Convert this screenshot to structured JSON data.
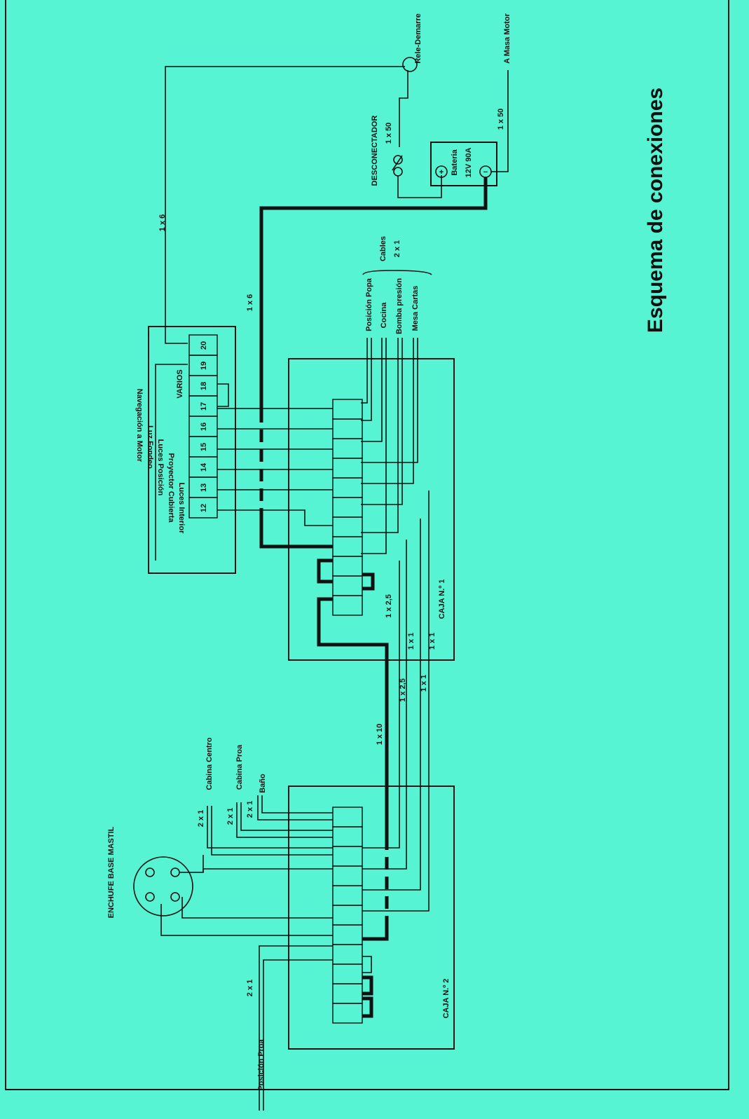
{
  "title": "Esquema de conexiones",
  "top": {
    "rele": "Rele-Demarre",
    "masa": "A Masa Motor",
    "desconectador": "DESCONECTADOR",
    "desc_cable": "1 x 50",
    "bateria": "Bateria",
    "bateria_spec": "12V 90A",
    "masa_cable": "1 x 50",
    "plus": "+",
    "minus": "−"
  },
  "cables": {
    "rele_cable": "1 x 6",
    "main_cable": "1 x 6",
    "header": "Cables",
    "header_spec": "2 x 1",
    "outputs": [
      "Posición Popa",
      "Cocina",
      "Bomba presión",
      "Mesa Cartas"
    ]
  },
  "varios": {
    "title": "VARIOS",
    "terminals": [
      "20",
      "19",
      "18",
      "17",
      "16",
      "15",
      "14",
      "13",
      "12"
    ],
    "labels": [
      "Navegación a Motor",
      "Luz Fondeo",
      "Luces Posición",
      "Proyector Cubierta",
      "Luces Interior"
    ]
  },
  "caja1": {
    "label": "CAJA N.º 1",
    "cables": [
      "1 x 2,5",
      "1 x 1",
      "1 x 1"
    ]
  },
  "between": [
    "1 x 10",
    "1 x 2,5",
    "1 x 1"
  ],
  "caja2": {
    "label": "CAJA N.º 2",
    "outputs": [
      "Cabina Centro",
      "Cabina Proa",
      "Baño"
    ],
    "output_cables": [
      "2 x 1",
      "2 x 1",
      "2 x 1"
    ],
    "enchufe": "ENCHUFE BASE MASTIL",
    "posicion_proa": "Posición Proa",
    "posicion_cable": "2 x 1"
  }
}
